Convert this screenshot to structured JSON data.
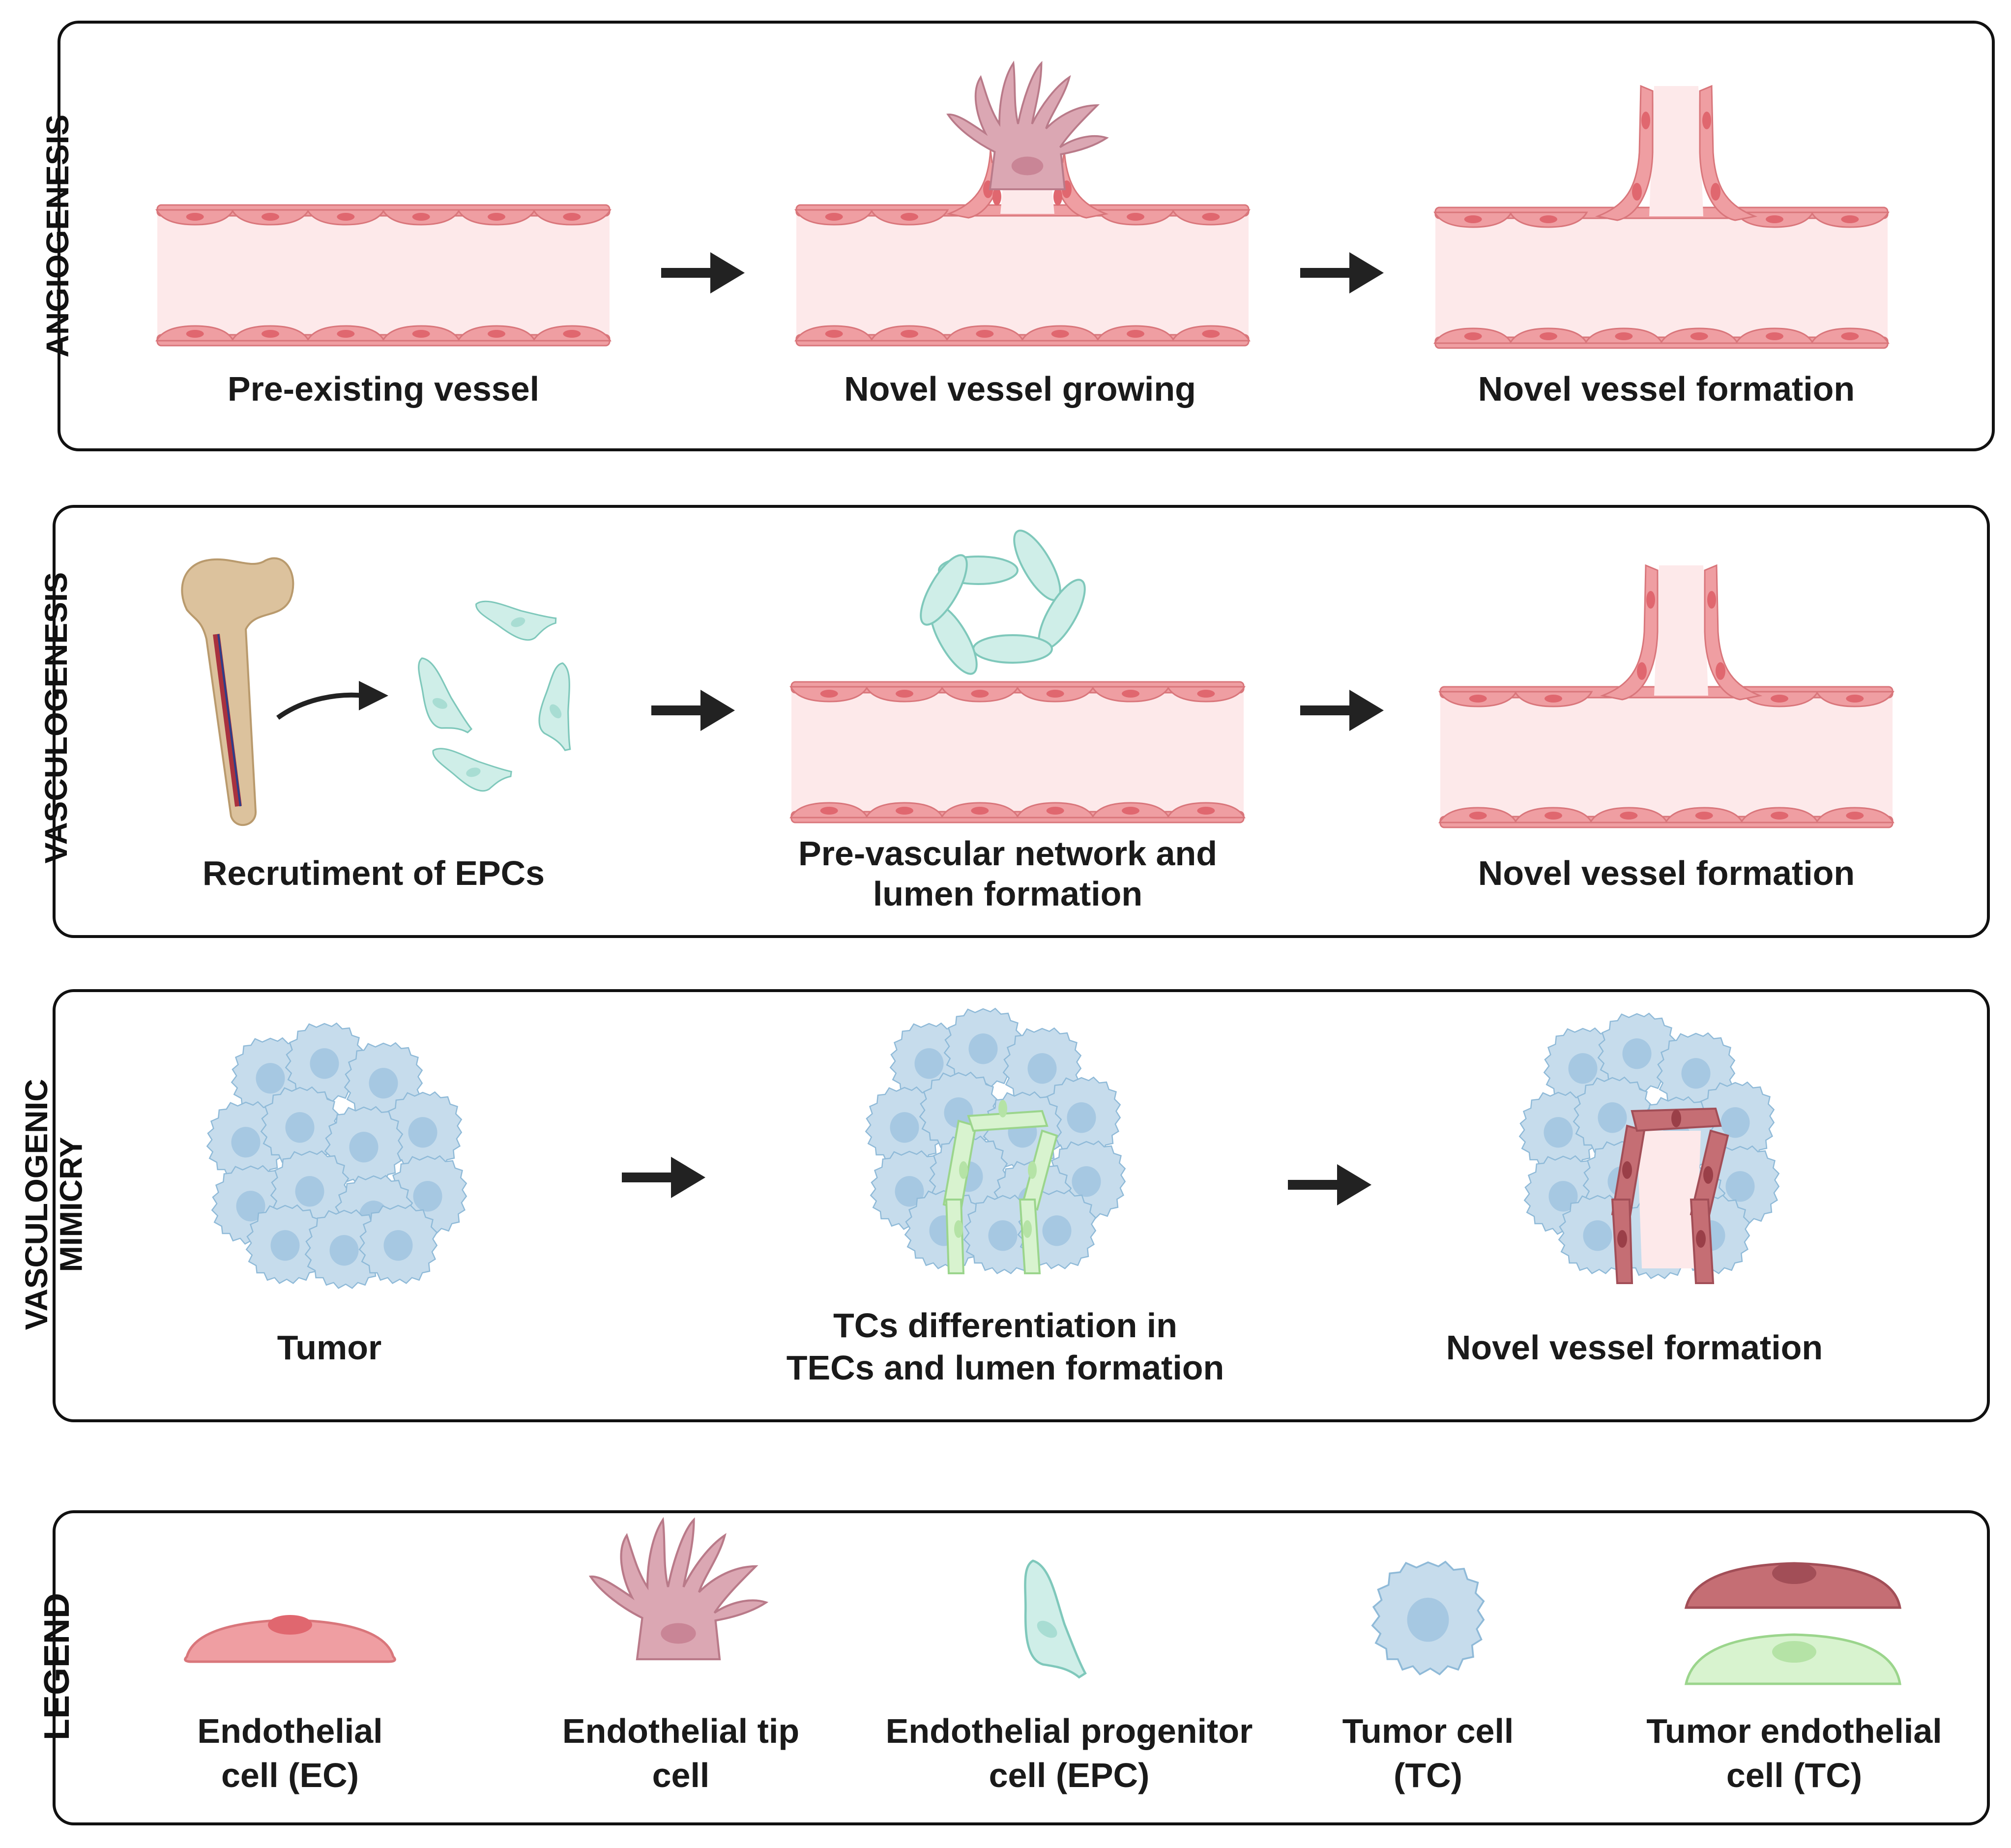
{
  "colors": {
    "ec": "#ef9ea2",
    "ec_stroke": "#d9767b",
    "ec_nucleus": "#e0676f",
    "lumen": "#fde9ea",
    "tip": "#dba7b3",
    "tip_stroke": "#b97a89",
    "epc": "#cfeee8",
    "epc_stroke": "#7fc8bb",
    "tumor": "#c6dcec",
    "tumor_stroke": "#8fbad8",
    "tumor_nucleus": "#a6c8e2",
    "tec_red": "#c56e74",
    "tec_red_stroke": "#a24e57",
    "tec_green": "#d8f3cf",
    "tec_green_stroke": "#9bd58c",
    "arrow": "#222222"
  },
  "panels": [
    {
      "title_lines": [
        "ANGIOGENESIS"
      ],
      "labels": [
        [
          "Pre-existing vessel"
        ],
        [
          "Novel vessel growing"
        ],
        [
          "Novel vessel formation"
        ]
      ]
    },
    {
      "title_lines": [
        "VASCULOGENESIS"
      ],
      "labels": [
        [
          "Recrutiment of EPCs"
        ],
        [
          "Pre-vascular network and",
          "lumen formation"
        ],
        [
          "Novel vessel formation"
        ]
      ]
    },
    {
      "title_lines": [
        "VASCULOGENIC",
        "MIMICRY"
      ],
      "labels": [
        [
          "Tumor"
        ],
        [
          "TCs differentiation in",
          "TECs and lumen formation"
        ],
        [
          "Novel vessel formation"
        ]
      ]
    }
  ],
  "legend": {
    "title": "LEGEND",
    "items": [
      {
        "icon": "endothelial-cell-icon",
        "label_lines": [
          "Endothelial",
          "cell (EC)"
        ]
      },
      {
        "icon": "endothelial-tip-cell-icon",
        "label_lines": [
          "Endothelial tip",
          "cell"
        ]
      },
      {
        "icon": "endothelial-progenitor-cell-icon",
        "label_lines": [
          "Endothelial progenitor",
          "cell (EPC)"
        ]
      },
      {
        "icon": "tumor-cell-icon",
        "label_lines": [
          "Tumor cell",
          "(TC)"
        ]
      },
      {
        "icon": "tumor-endothelial-cell-icon",
        "label_lines": [
          "Tumor endothelial",
          "cell (TC)"
        ]
      }
    ]
  }
}
